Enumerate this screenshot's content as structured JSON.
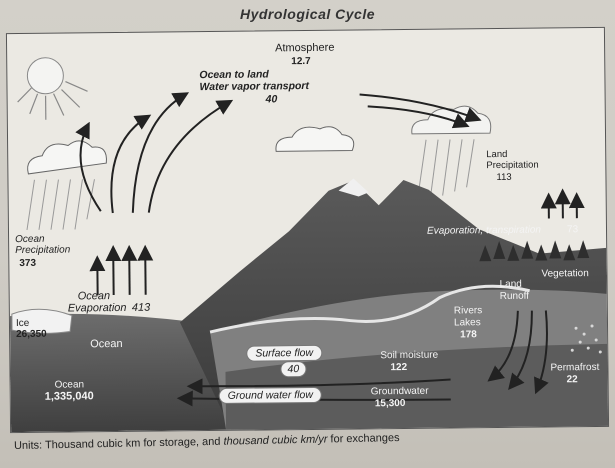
{
  "title": "Hydrological Cycle",
  "atmosphere": {
    "label": "Atmosphere",
    "value": "12.7"
  },
  "transport": {
    "line1": "Ocean to land",
    "line2": "Water vapor transport",
    "value": "40"
  },
  "land_precipitation": {
    "line1": "Land",
    "line2": "Precipitation",
    "value": "113"
  },
  "ocean_precipitation": {
    "line1": "Ocean",
    "line2": "Precipitation",
    "value": "373"
  },
  "ocean_evaporation": {
    "line1": "Ocean",
    "line2": "Evaporation",
    "value": "413"
  },
  "evap_transpiration": {
    "label": "Evaporation, transpiration",
    "value": "73"
  },
  "ice": {
    "label": "Ice",
    "value": "26,350"
  },
  "ocean_surface": "Ocean",
  "land_runoff": {
    "line1": "Land",
    "line2": "Runoff"
  },
  "vegetation": "Vegetation",
  "rivers_lakes": {
    "line1": "Rivers",
    "line2": "Lakes",
    "value": "178"
  },
  "surface_flow": {
    "label": "Surface flow",
    "value": "40"
  },
  "soil_moisture": {
    "label": "Soil moisture",
    "value": "122"
  },
  "permafrost": {
    "label": "Permafrost",
    "value": "22"
  },
  "ocean_storage": {
    "label": "Ocean",
    "value": "1,335,040"
  },
  "ground_water_flow": "Ground water flow",
  "groundwater": {
    "label": "Groundwater",
    "value": "15,300"
  },
  "units": {
    "part1": "Units: Thousand cubic km for storage, and ",
    "part2": "thousand cubic km/yr",
    "part3": " for exchanges"
  }
}
